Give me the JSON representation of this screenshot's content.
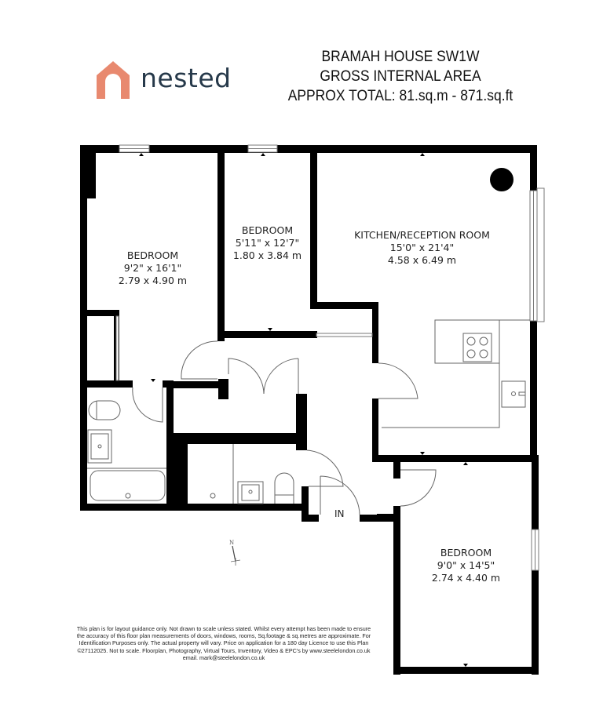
{
  "brand": {
    "name": "nested",
    "colors": {
      "icon": "#e8896f",
      "text": "#26394a"
    }
  },
  "header": {
    "line1": "BRAMAH HOUSE SW1W",
    "line2": "GROSS INTERNAL AREA",
    "line3": "APPROX TOTAL: 81.sq.m - 871.sq.ft"
  },
  "rooms": [
    {
      "name": "BEDROOM",
      "imperial": "9'2\" x 16'1\"",
      "metric": "2.79 x 4.90 m"
    },
    {
      "name": "BEDROOM",
      "imperial": "5'11\" x 12'7\"",
      "metric": "1.80 x 3.84 m"
    },
    {
      "name": "KITCHEN/RECEPTION ROOM",
      "imperial": "15'0\" x 21'4\"",
      "metric": "4.58 x 6.49 m"
    },
    {
      "name": "BEDROOM",
      "imperial": "9'0\" x 14'5\"",
      "metric": "2.74 x 4.40 m"
    }
  ],
  "entrance_label": "IN",
  "compass": {
    "north_label": "N"
  },
  "disclaimer": {
    "line1": "This plan is for layout guidance only. Not drawn to scale unless stated. Whilst every attempt has been made to ensure",
    "line2": "the accuracy of this floor plan measurements of doors, windows, rooms, Sq.footage & sq.metres are approximate. For",
    "line3": "Identification Purposes only. The actual property will vary. Price on application for a 180 day Licence to use this Plan",
    "line4": "©27112025. Not to scale. Floorplan, Photography, Virtual Tours, Inventory, Video & EPC's by www.steelelondon.co.uk",
    "line5": "email. mark@steelelondon.co.uk"
  }
}
